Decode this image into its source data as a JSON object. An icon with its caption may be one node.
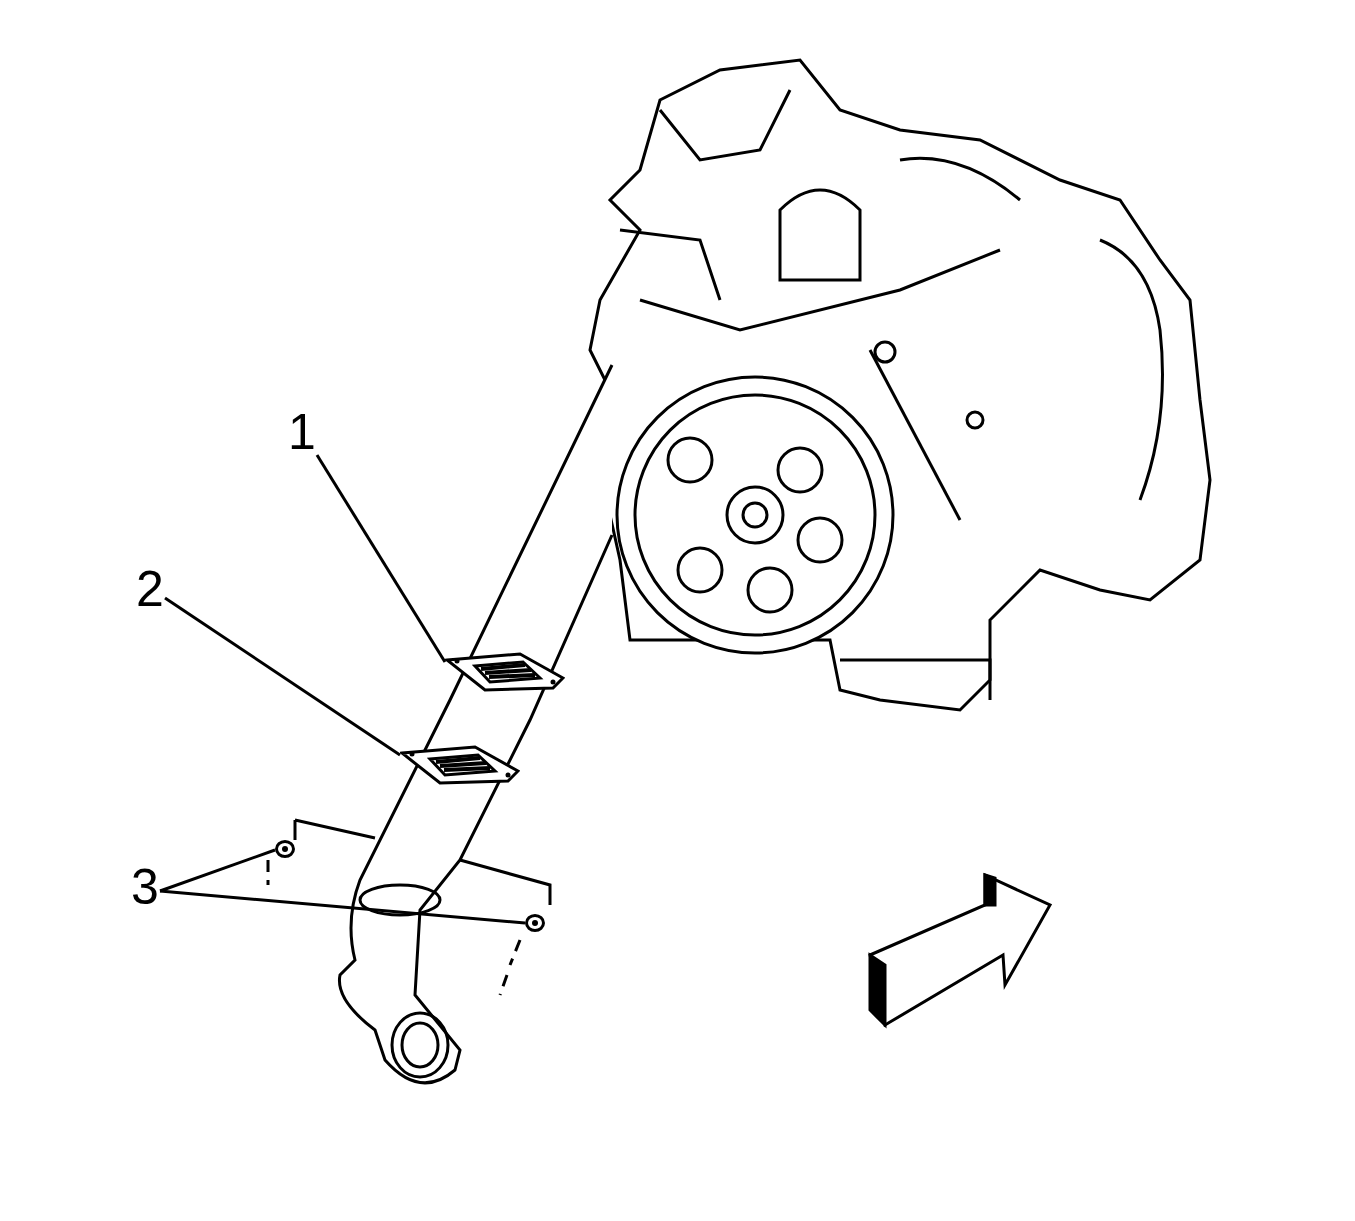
{
  "diagram": {
    "nodes": [
      {
        "text": [
          "1"
        ]
      },
      {
        "text": [
          "2"
        ]
      },
      {
        "text": [
          "3"
        ]
      },
      {
        "text": [],
        "shape": "picture"
      },
      {
        "text": [],
        "shape": "picture"
      },
      {
        "text": [],
        "shape": "picture"
      },
      {
        "text": [],
        "shape": "picture"
      }
    ],
    "edges": [
      {
        "from": 0,
        "to": 3,
        "arrow": "none"
      },
      {
        "from": 1,
        "to": 4,
        "arrow": "none"
      },
      {
        "from": 2,
        "to": 5,
        "arrow": "none"
      },
      {
        "from": 2,
        "to": 6,
        "arrow": "none"
      }
    ]
  }
}
